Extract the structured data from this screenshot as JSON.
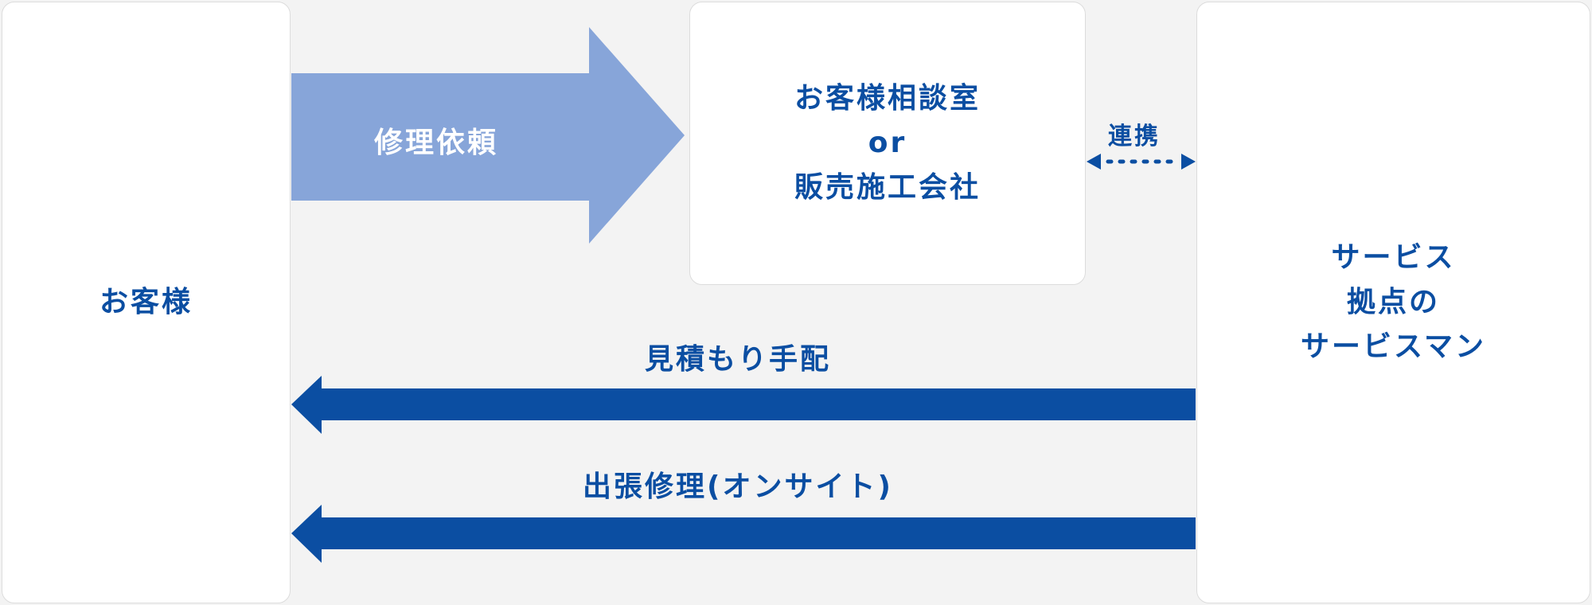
{
  "nodes": {
    "customer": "お客様",
    "consultation": "お客様相談室\nor\n販売施工会社",
    "service": "サービス\n拠点の\nサービスマン"
  },
  "edges": {
    "repair_request": "修理依頼",
    "cooperation": "連携",
    "estimate_arrangement": "見積もり手配",
    "onsite_repair": "出張修理(オンサイト)"
  },
  "colors": {
    "primary_blue": "#0b4ea2",
    "light_blue_arrow": "#87a5d9",
    "box_border": "#dcdcdc",
    "background": "#f3f3f3"
  }
}
